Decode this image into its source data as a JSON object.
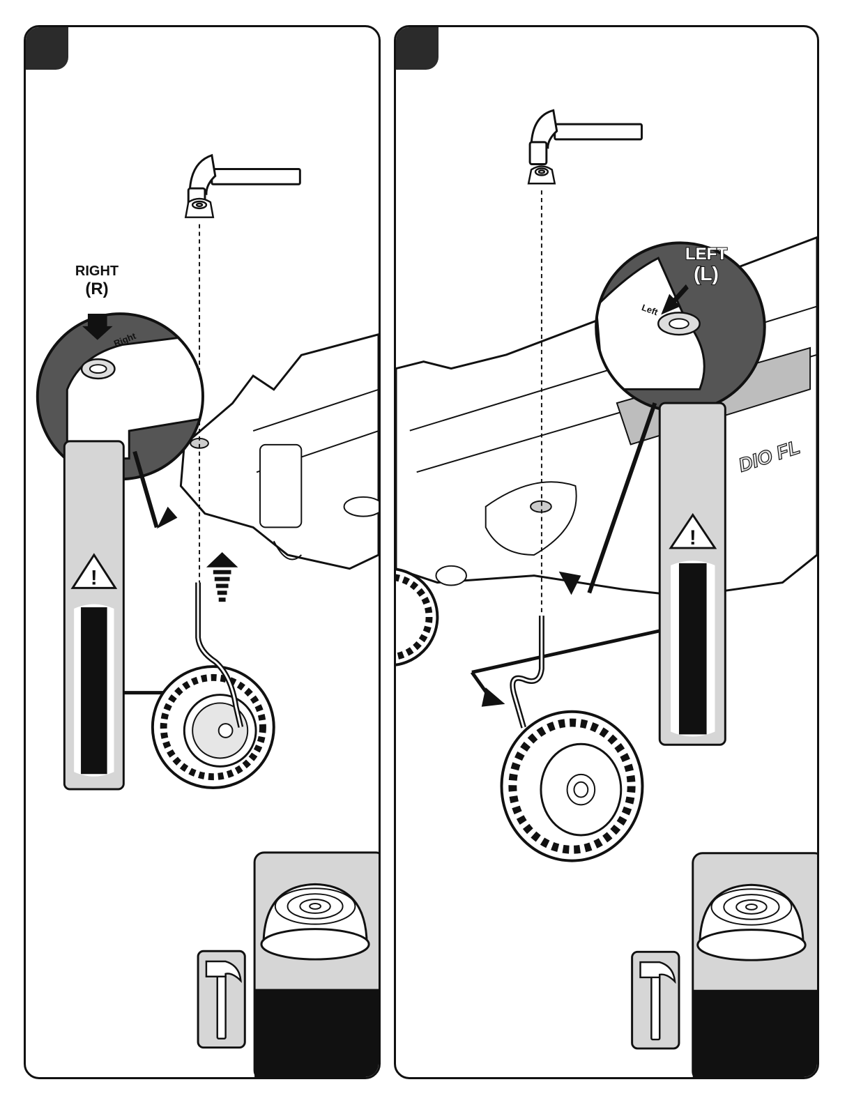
{
  "left_panel": {
    "callout_label": "RIGHT",
    "callout_code": "(R)",
    "embossed_text": "Right"
  },
  "right_panel": {
    "callout_label": "LEFT",
    "callout_code": "(L)",
    "embossed_text": "Left",
    "brand_fragment": "DIO FL"
  },
  "icons": [
    "hammer-icon",
    "cap-nut-icon",
    "warning-icon",
    "axle-rod-icon",
    "wheel-icon"
  ],
  "colors": {
    "ink": "#111111",
    "panel_gray": "#d6d6d6",
    "dark_gray": "#555555"
  }
}
